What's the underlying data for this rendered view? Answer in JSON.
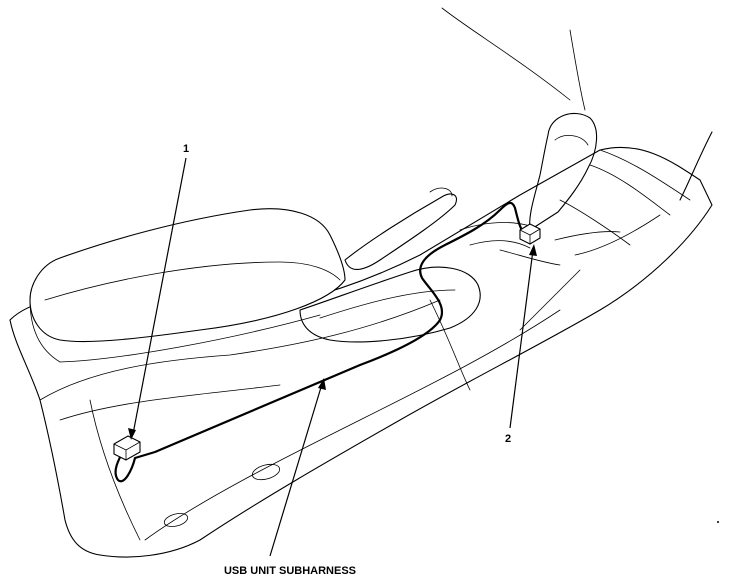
{
  "callouts": {
    "item_1": "1",
    "item_2": "2",
    "harness_label": "USB UNIT SUBHARNESS"
  },
  "colors": {
    "line": "#000000",
    "background": "#ffffff"
  }
}
